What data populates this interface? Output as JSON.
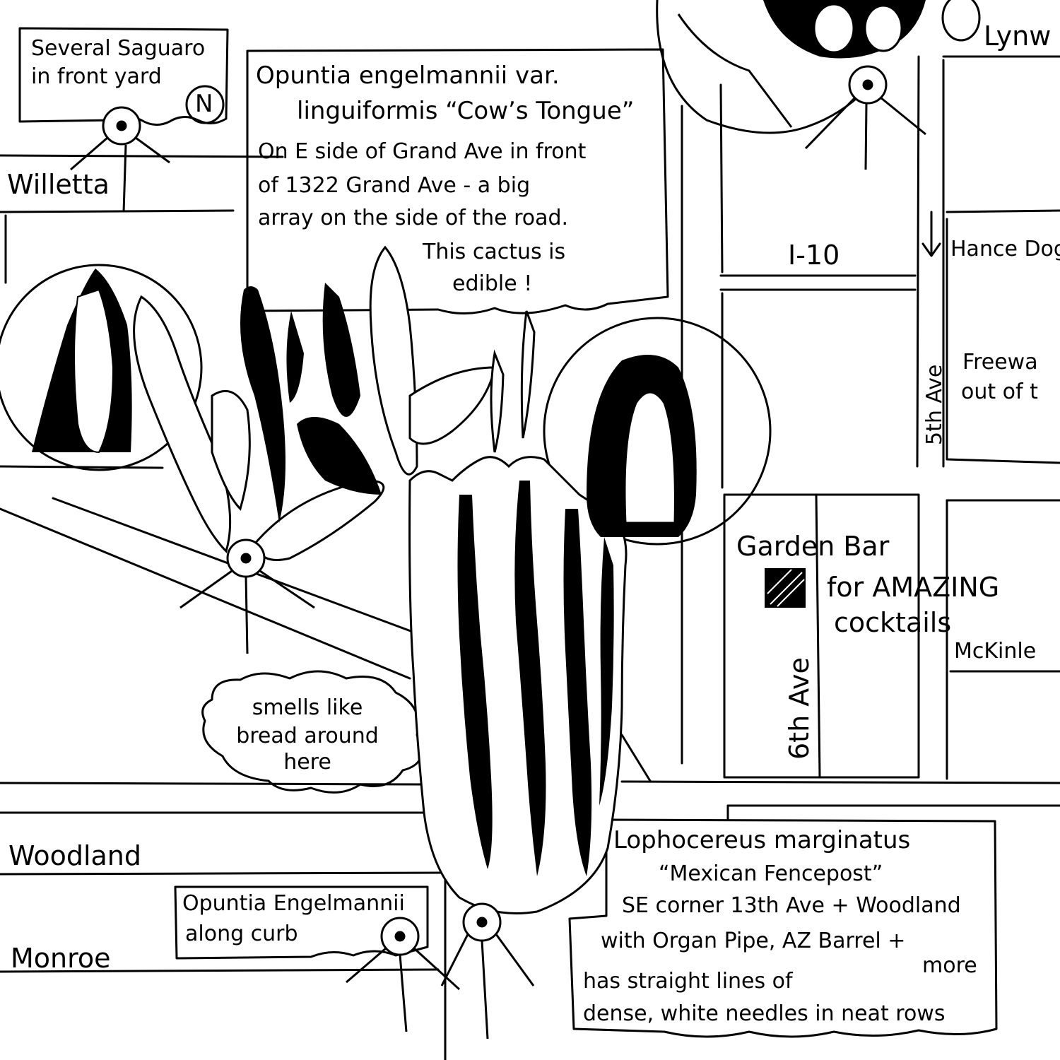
{
  "streets": {
    "willetta": "Willetta",
    "woodland": "Woodland",
    "monroe": "Monroe",
    "lynwood": "Lynw",
    "i10": "I-10",
    "hance": "Hance Dog",
    "mckinley": "McKinle",
    "fifth_ave": "5th Ave",
    "sixth_ave": "6th Ave"
  },
  "notes": {
    "saguaro": [
      "Several Saguaro",
      "in front yard"
    ],
    "north_marker": "N",
    "cows_tongue": [
      "Opuntia engelmannii var.",
      "linguiformis “Cow’s Tongue”",
      "On E side of Grand Ave in front",
      "of 1322 Grand Ave - a big",
      "array on the side of the road.",
      "This cactus is",
      "edible !"
    ],
    "freeway": [
      "Freewa",
      "out of t"
    ],
    "garden_bar": {
      "name": "Garden Bar",
      "desc": [
        "for AMAZING",
        "cocktails"
      ]
    },
    "smells": [
      "smells like",
      "bread around",
      "here"
    ],
    "opuntia_curb": [
      "Opuntia Engelmannii",
      "along curb"
    ],
    "fencepost": [
      "Lophocereus marginatus",
      "“Mexican Fencepost”",
      "SE corner 13th Ave + Woodland",
      "with Organ Pipe, AZ Barrel +",
      "more",
      "has straight lines of",
      "dense, white needles in neat rows"
    ]
  },
  "colors": {
    "ink": "#000000",
    "paper": "#ffffff"
  }
}
